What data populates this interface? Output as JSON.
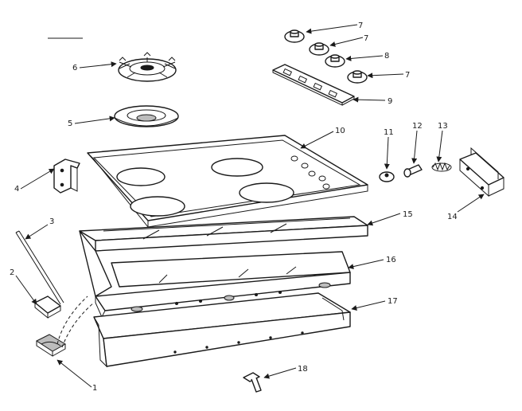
{
  "parts": [
    {
      "id": "1",
      "label": "1"
    },
    {
      "id": "2",
      "label": "2"
    },
    {
      "id": "3",
      "label": "3"
    },
    {
      "id": "4",
      "label": "4"
    },
    {
      "id": "5",
      "label": "5"
    },
    {
      "id": "6",
      "label": "6"
    },
    {
      "id": "7a",
      "label": "7"
    },
    {
      "id": "7b",
      "label": "7"
    },
    {
      "id": "8",
      "label": "8"
    },
    {
      "id": "7c",
      "label": "7"
    },
    {
      "id": "9",
      "label": "9"
    },
    {
      "id": "10",
      "label": "10"
    },
    {
      "id": "11",
      "label": "11"
    },
    {
      "id": "12",
      "label": "12"
    },
    {
      "id": "13",
      "label": "13"
    },
    {
      "id": "14",
      "label": "14"
    },
    {
      "id": "15",
      "label": "15"
    },
    {
      "id": "16",
      "label": "16"
    },
    {
      "id": "17",
      "label": "17"
    },
    {
      "id": "18",
      "label": "18"
    }
  ],
  "colors": {
    "ink": "#1a1a1a",
    "paper": "#ffffff"
  }
}
